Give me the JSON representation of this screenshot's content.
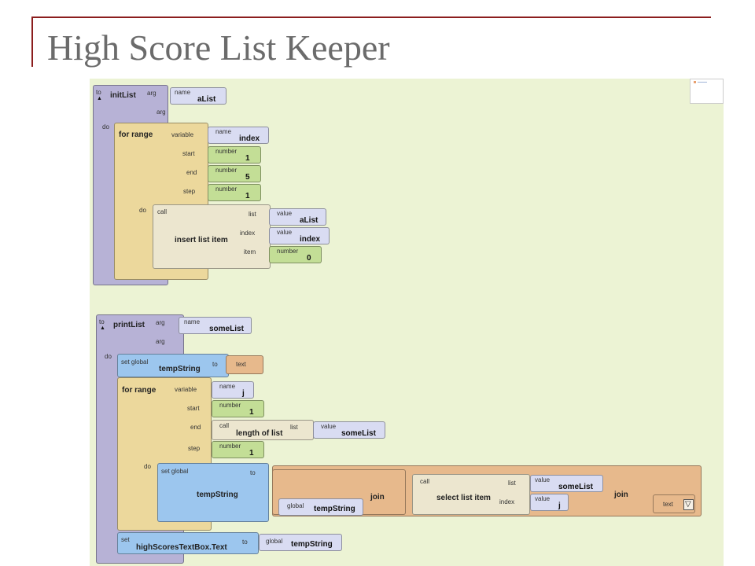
{
  "slide": {
    "title": "High Score List Keeper"
  },
  "common": {
    "to": "to",
    "arg": "arg",
    "do": "do",
    "name": "name",
    "number": "number",
    "value": "value",
    "variable": "variable",
    "start": "start",
    "end": "end",
    "step": "step",
    "call": "call",
    "list": "list",
    "index": "index",
    "item": "item",
    "global": "global",
    "set": "set",
    "set_global": "set global",
    "text": "text",
    "for_range": "for range",
    "join": "join",
    "collapse_glyph": "▲",
    "dropdown_glyph": "▽"
  },
  "init_proc": {
    "name": "initList",
    "arg1": "aList",
    "loop_var": "index",
    "start": "1",
    "end": "5",
    "step": "1",
    "call_name": "insert list item",
    "list_value": "aList",
    "index_value": "index",
    "item_value": "0"
  },
  "print_proc": {
    "name": "printList",
    "arg1": "someList",
    "set_var": "tempString",
    "loop_var": "j",
    "start": "1",
    "end_call": "length of list",
    "end_list_value": "someList",
    "step": "1",
    "inner_set_var": "tempString",
    "join_global": "tempString",
    "select_call": "select list item",
    "select_list_value": "someList",
    "select_index_value": "j",
    "final_set_target": "highScoresTextBox.Text",
    "final_global": "tempString"
  }
}
